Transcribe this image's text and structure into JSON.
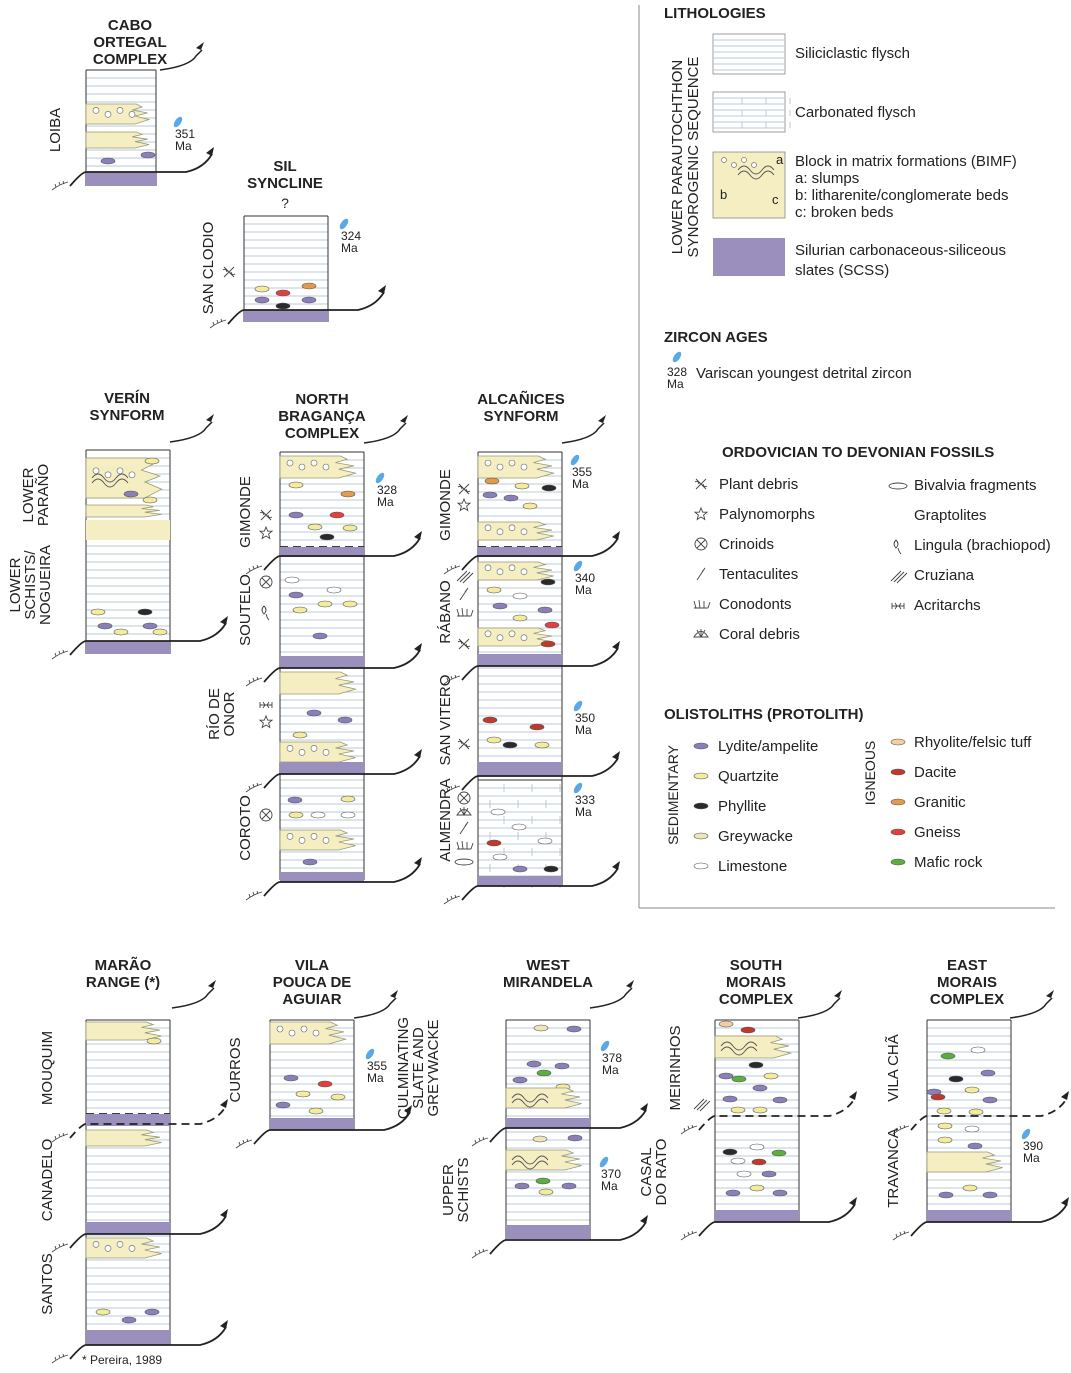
{
  "colors": {
    "bimf": "#f5eec2",
    "scss": "#9b8fbd",
    "flysch_line": "#b8c8d8",
    "zircon": "#5aa9e6",
    "lydite": "#8a7fb8",
    "quartzite": "#f3eb9e",
    "phyllite": "#2a2a2a",
    "greywacke": "#efe6b8",
    "limestone": "#ffffff",
    "rhyolite": "#f1cf9e",
    "dacite": "#c0392b",
    "granitic": "#e39a4a",
    "gneiss": "#e04040",
    "mafic": "#5cae3e"
  },
  "units": {
    "cabo": {
      "title": [
        "CABO",
        "ORTEGAL",
        "COMPLEX"
      ],
      "sections": [
        "LOIBA"
      ],
      "ages": [
        "351"
      ]
    },
    "sil": {
      "title": [
        "SIL",
        "SYNCLINE"
      ],
      "sections": [
        "SAN CLODIO"
      ],
      "ages": [
        "324"
      ],
      "question": "?"
    },
    "verin": {
      "title": [
        "VERÍN",
        "SYNFORM"
      ],
      "sections": [
        [
          "LOWER",
          "PARAÑO"
        ],
        [
          "LOWER",
          "SCHISTS/",
          "NOGUEIRA"
        ]
      ],
      "ages": []
    },
    "nbrag": {
      "title": [
        "NORTH",
        "BRAGANÇA",
        "COMPLEX"
      ],
      "sections": [
        "GIMONDE",
        "SOUTELO",
        [
          "RÍO DE",
          "ONOR"
        ],
        "COROTO"
      ],
      "ages": [
        "328"
      ]
    },
    "alca": {
      "title": [
        "ALCAÑICES",
        "SYNFORM"
      ],
      "sections": [
        "GIMONDE",
        "RÁBANO",
        "SAN VITERO",
        "ALMENDRA"
      ],
      "ages": [
        "355",
        "340",
        "350",
        "333"
      ]
    },
    "marao": {
      "title": [
        "MARÃO",
        "RANGE (*)"
      ],
      "sections": [
        "MOUQUIM",
        "CANADELO",
        "SANTOS"
      ],
      "ages": [],
      "footnote": "* Pereira, 1989"
    },
    "vila": {
      "title": [
        "VILA",
        "POUCA DE",
        "AGUIAR"
      ],
      "sections": [
        "CURROS"
      ],
      "ages": [
        "355"
      ]
    },
    "westm": {
      "title": [
        "WEST",
        "MIRANDELA"
      ],
      "sections": [
        [
          "CULMINATING",
          "SLATE AND",
          "GREYWACKE"
        ],
        [
          "UPPER",
          "SCHISTS"
        ]
      ],
      "ages": [
        "378",
        "370"
      ]
    },
    "smorais": {
      "title": [
        "SOUTH",
        "MORAIS",
        "COMPLEX"
      ],
      "sections": [
        "MEIRINHOS",
        [
          "CASAL",
          "DO RATO"
        ]
      ],
      "ages": []
    },
    "emorais": {
      "title": [
        "EAST",
        "MORAIS",
        "COMPLEX"
      ],
      "sections": [
        "VILA CHÃ",
        "TRAVANCA"
      ],
      "ages": [
        "390"
      ]
    }
  },
  "ma_label": "Ma",
  "legend": {
    "lithologies_title": "LITHOLOGIES",
    "sequence_label": [
      "LOWER PARAUTOCHTHON",
      "SYNOROGENIC SEQUENCE"
    ],
    "siliciclastic": "Siliciclastic flysch",
    "carbonated": "Carbonated flysch",
    "bimf_lines": [
      "Block in matrix formations (BIMF)",
      "a: slumps",
      "b: litharenite/conglomerate beds",
      "c: broken beds"
    ],
    "bimf_letters": [
      "a",
      "b",
      "c"
    ],
    "scss_lines": [
      "Silurian carbonaceous-siliceous",
      "slates (SCSS)"
    ],
    "zircon_title": "ZIRCON AGES",
    "zircon_sample_age": "328",
    "zircon_text": "Variscan youngest detrital zircon",
    "fossils_title": "ORDOVICIAN  TO  DEVONIAN  FOSSILS",
    "fossils_left": [
      "Plant debris",
      "Palynomorphs",
      "Crinoids",
      "Tentaculites",
      "Conodonts",
      "Coral debris"
    ],
    "fossils_right": [
      "Bivalvia fragments",
      "Graptolites",
      "Lingula (brachiopod)",
      "Cruziana",
      "Acritarchs"
    ],
    "olisto_title": "OLISTOLITHS (PROTOLITH)",
    "sedimentary_label": "SEDIMENTARY",
    "igneous_label": "IGNEOUS",
    "sedimentary": [
      "Lydite/ampelite",
      "Quartzite",
      "Phyllite",
      "Greywacke",
      "Limestone"
    ],
    "igneous": [
      "Rhyolite/felsic tuff",
      "Dacite",
      "Granitic",
      "Gneiss",
      "Mafic rock"
    ]
  }
}
